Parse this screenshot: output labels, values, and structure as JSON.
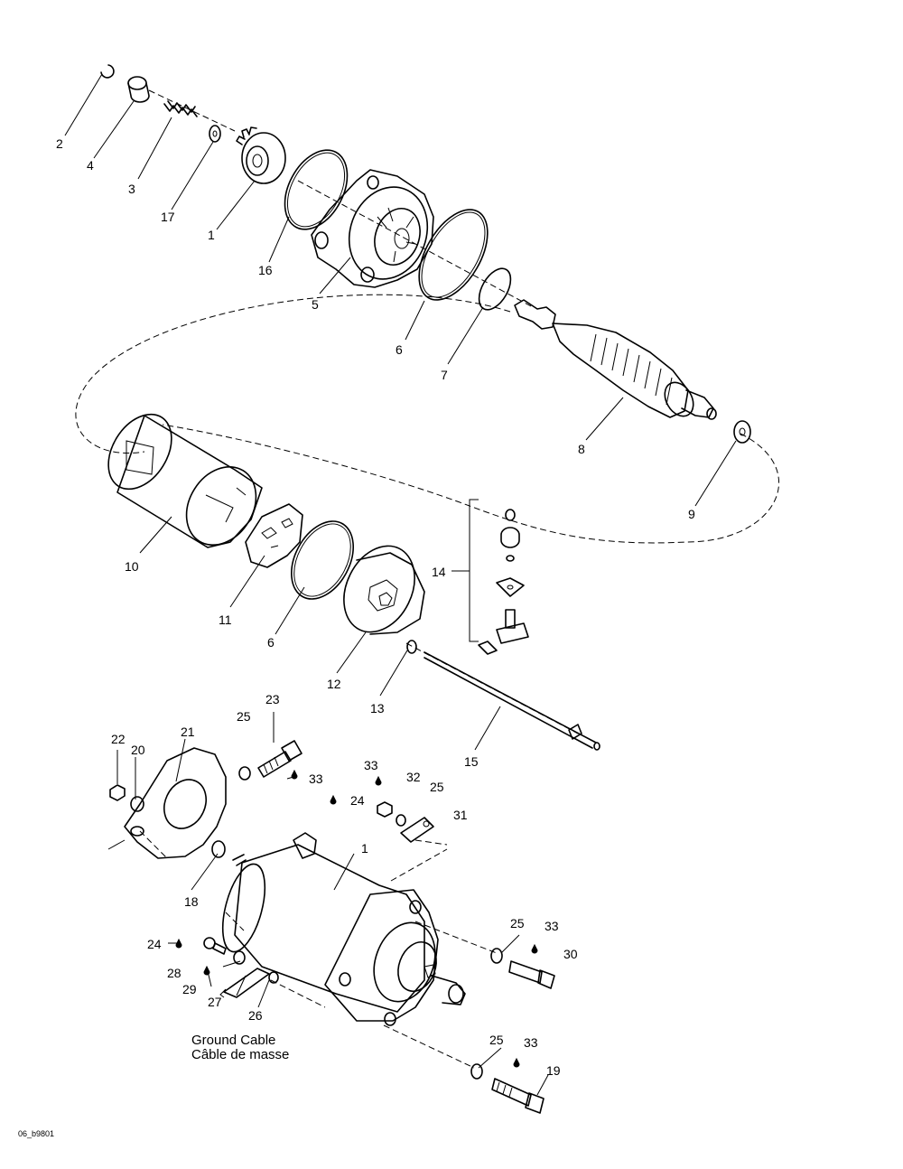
{
  "callouts": {
    "c2": "2",
    "c4": "4",
    "c3": "3",
    "c17": "17",
    "c1a": "1",
    "c16": "16",
    "c5": "5",
    "c6a": "6",
    "c7": "7",
    "c8": "8",
    "c9": "9",
    "c10": "10",
    "c11": "11",
    "c6b": "6",
    "c12": "12",
    "c13": "13",
    "c14": "14",
    "c15": "15",
    "c23": "23",
    "c25a": "25",
    "c22": "22",
    "c20": "20",
    "c21": "21",
    "c33a": "33",
    "c33b": "33",
    "c32": "32",
    "c25b": "25",
    "c24a": "24",
    "c31": "31",
    "c1b": "1",
    "c18": "18",
    "c25c": "25",
    "c33c": "33",
    "c30": "30",
    "c24b": "24",
    "c28": "28",
    "c29": "29",
    "c27": "27",
    "c26": "26",
    "c25d": "25",
    "c33d": "33",
    "c19": "19"
  },
  "caption": {
    "en": "Ground Cable",
    "fr": "Câble de masse"
  },
  "drawing_code": "06_b9801"
}
